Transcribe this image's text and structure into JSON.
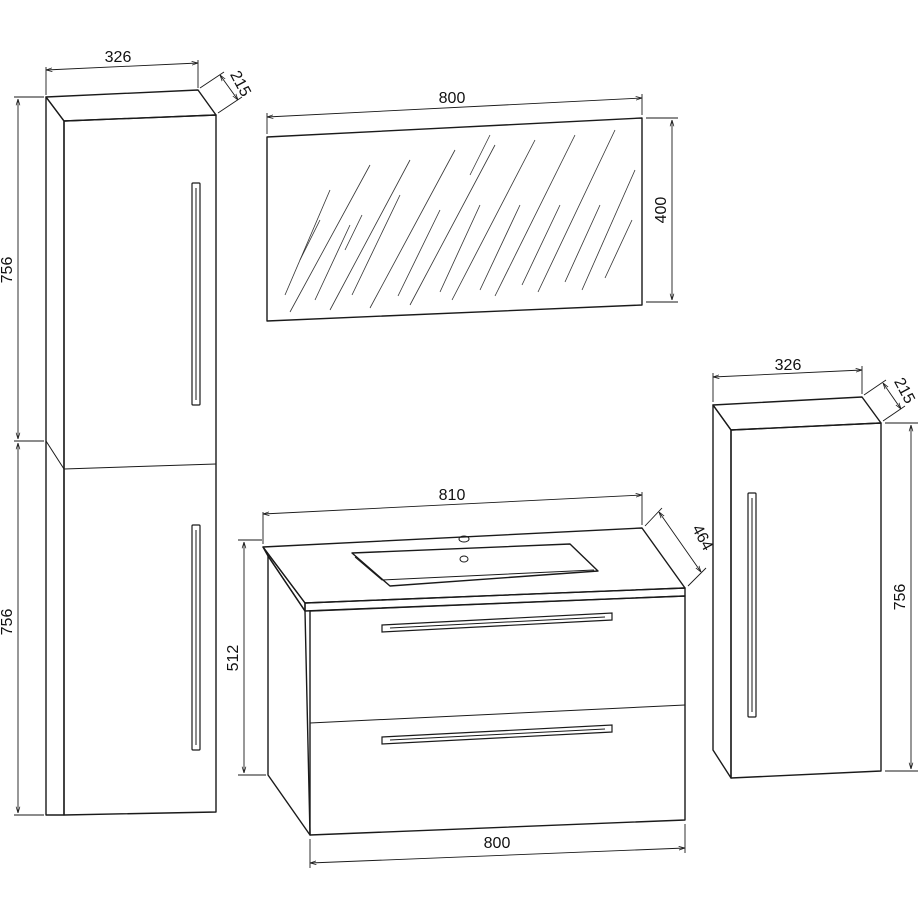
{
  "tall_cabinet": {
    "width": "326",
    "depth": "215",
    "upper_height": "756",
    "lower_height": "756"
  },
  "mirror": {
    "width": "800",
    "height": "400"
  },
  "vanity": {
    "top_width": "810",
    "depth": "464",
    "height": "512",
    "bottom_width": "800"
  },
  "wall_cabinet": {
    "width": "326",
    "depth": "215",
    "height": "756"
  }
}
